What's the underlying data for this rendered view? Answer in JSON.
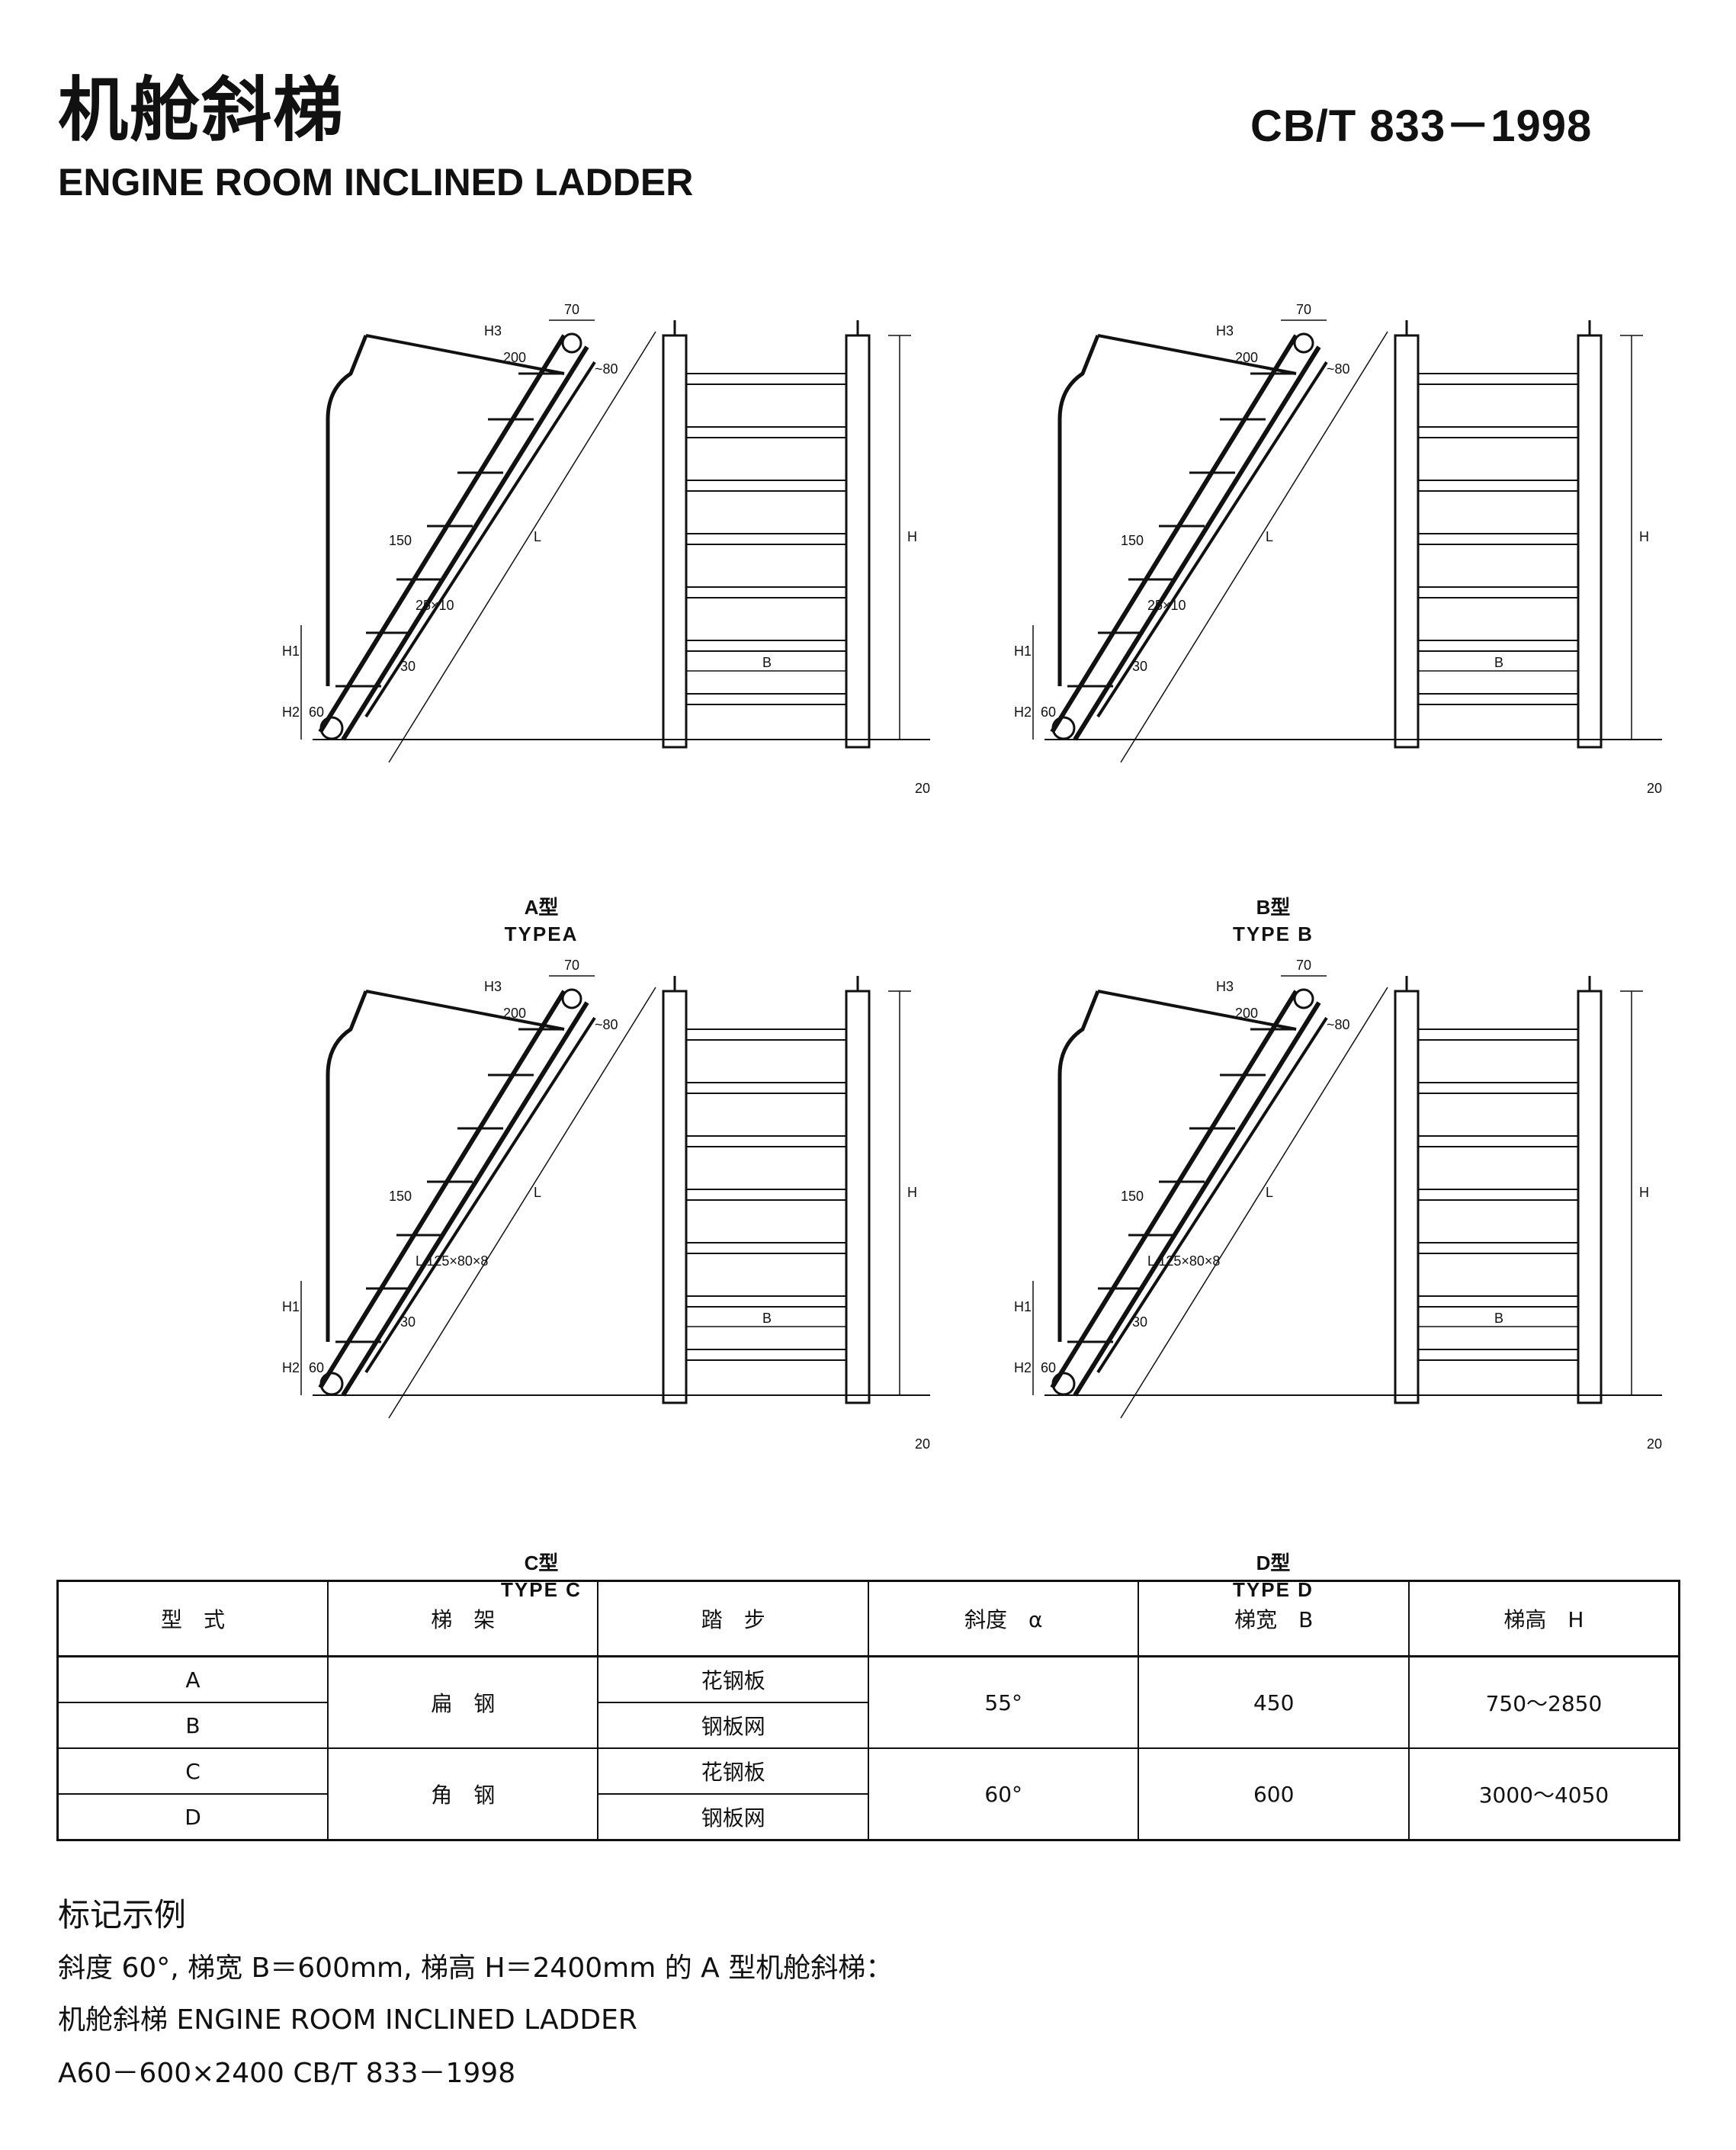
{
  "header": {
    "title_cn": "机舱斜梯",
    "title_en": "ENGINE ROOM INCLINED LADDER",
    "standard": "CB/T 833－1998"
  },
  "drawing_labels": {
    "d70": "70",
    "d80": "~80",
    "d200": "200",
    "h3": "H3",
    "h1": "H1",
    "h2": "H2",
    "d60": "60",
    "d150": "150",
    "d30": "30",
    "d20": "20",
    "L": "L",
    "H": "H",
    "B": "B",
    "flat_bar": "25×10",
    "angle_bar": "L 125×80×8"
  },
  "figures": [
    {
      "caption_cn": "A型",
      "caption_en": "TYPEA"
    },
    {
      "caption_cn": "B型",
      "caption_en": "TYPE B"
    },
    {
      "caption_cn": "C型",
      "caption_en": "TYPE C"
    },
    {
      "caption_cn": "D型",
      "caption_en": "TYPE D"
    }
  ],
  "table": {
    "headers": [
      "型　式",
      "梯　架",
      "踏　步",
      "斜度　α",
      "梯宽　B",
      "梯高　H"
    ],
    "types": [
      "A",
      "B",
      "C",
      "D"
    ],
    "frame": [
      "扁　钢",
      "角　钢"
    ],
    "steps": [
      "花钢板",
      "钢板网",
      "花钢板",
      "钢板网"
    ],
    "angle": [
      "55°",
      "60°"
    ],
    "width": [
      "450",
      "600"
    ],
    "height": [
      "750～2850",
      "3000～4050"
    ]
  },
  "notes": {
    "title": "标记示例",
    "line1": "斜度 60°, 梯宽 B＝600mm, 梯高 H＝2400mm 的 A 型机舱斜梯：",
    "line2": "机舱斜梯 ENGINE ROOM INCLINED LADDER",
    "line3": "A60－600×2400 CB/T 833－1998"
  }
}
